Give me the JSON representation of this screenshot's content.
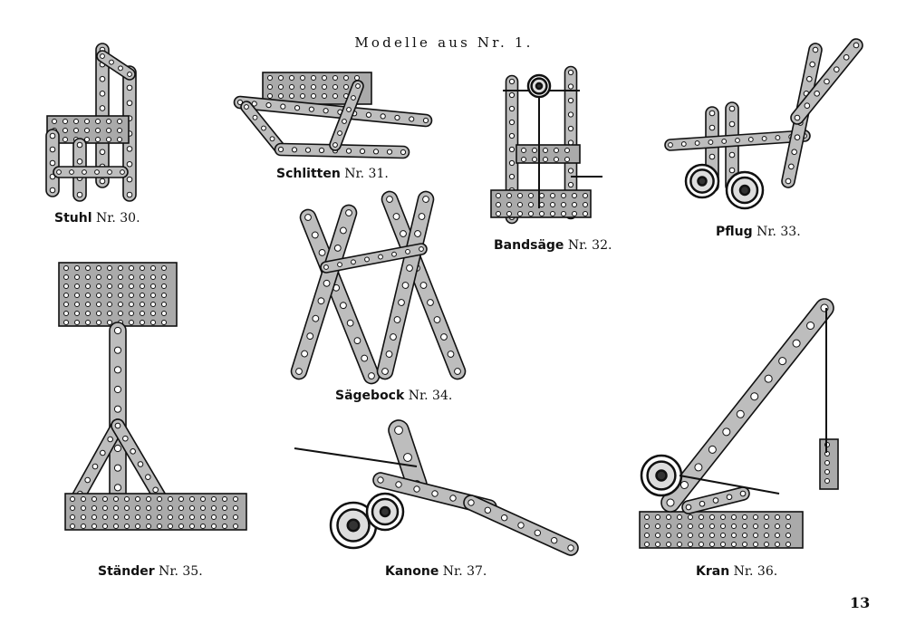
{
  "page": {
    "title": "Modelle aus Nr. 1.",
    "page_number": "13"
  },
  "models": [
    {
      "name": "Stuhl",
      "number": "Nr. 30."
    },
    {
      "name": "Schlitten",
      "number": "Nr. 31."
    },
    {
      "name": "Bandsäge",
      "number": "Nr. 32."
    },
    {
      "name": "Pflug",
      "number": "Nr. 33."
    },
    {
      "name": "Sägebock",
      "number": "Nr. 34."
    },
    {
      "name": "Ständer",
      "number": "Nr. 35."
    },
    {
      "name": "Kanone",
      "number": "Nr. 37."
    },
    {
      "name": "Kran",
      "number": "Nr. 36."
    }
  ]
}
